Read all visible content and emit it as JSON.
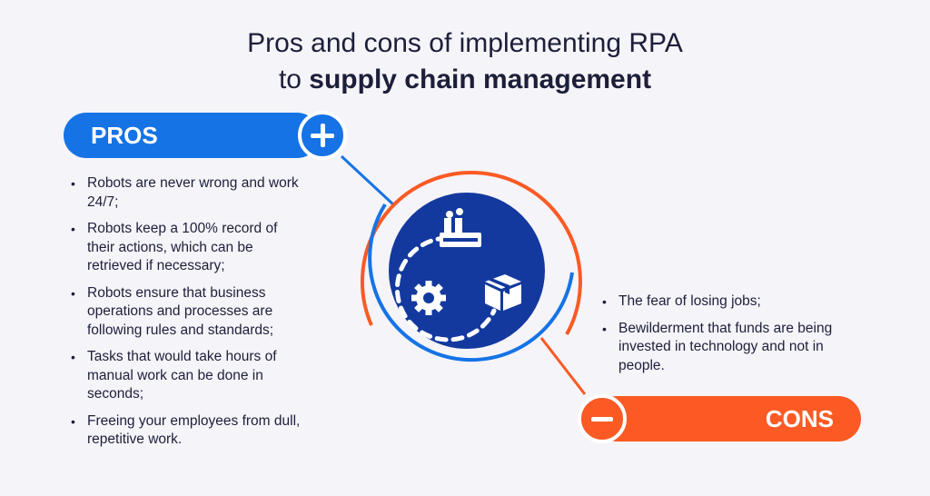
{
  "title": {
    "line1": "Pros and cons of implementing RPA",
    "line2_prefix": "to ",
    "line2_bold": "supply chain management"
  },
  "pros": {
    "label": "PROS",
    "items": [
      "Robots are never wrong and work 24/7;",
      "Robots keep a 100% record of their actions, which can be retrieved if necessary;",
      "Robots ensure that business operations and processes are following rules and standards;",
      "Tasks that would take hours of manual work can be done in seconds;",
      "Freeing your employees from dull, repetitive work."
    ]
  },
  "cons": {
    "label": "CONS",
    "items": [
      "The fear of losing jobs;",
      "Bewilderment that funds are being invested in technology and not in people."
    ]
  },
  "colors": {
    "background": "#f5f4f9",
    "pros_blue": "#1573e6",
    "cons_orange": "#fb5a24",
    "center_navy": "#13399e",
    "text": "#1d1f3a"
  },
  "icons": {
    "center": [
      "factory-icon",
      "gear-icon",
      "box-icon"
    ]
  }
}
